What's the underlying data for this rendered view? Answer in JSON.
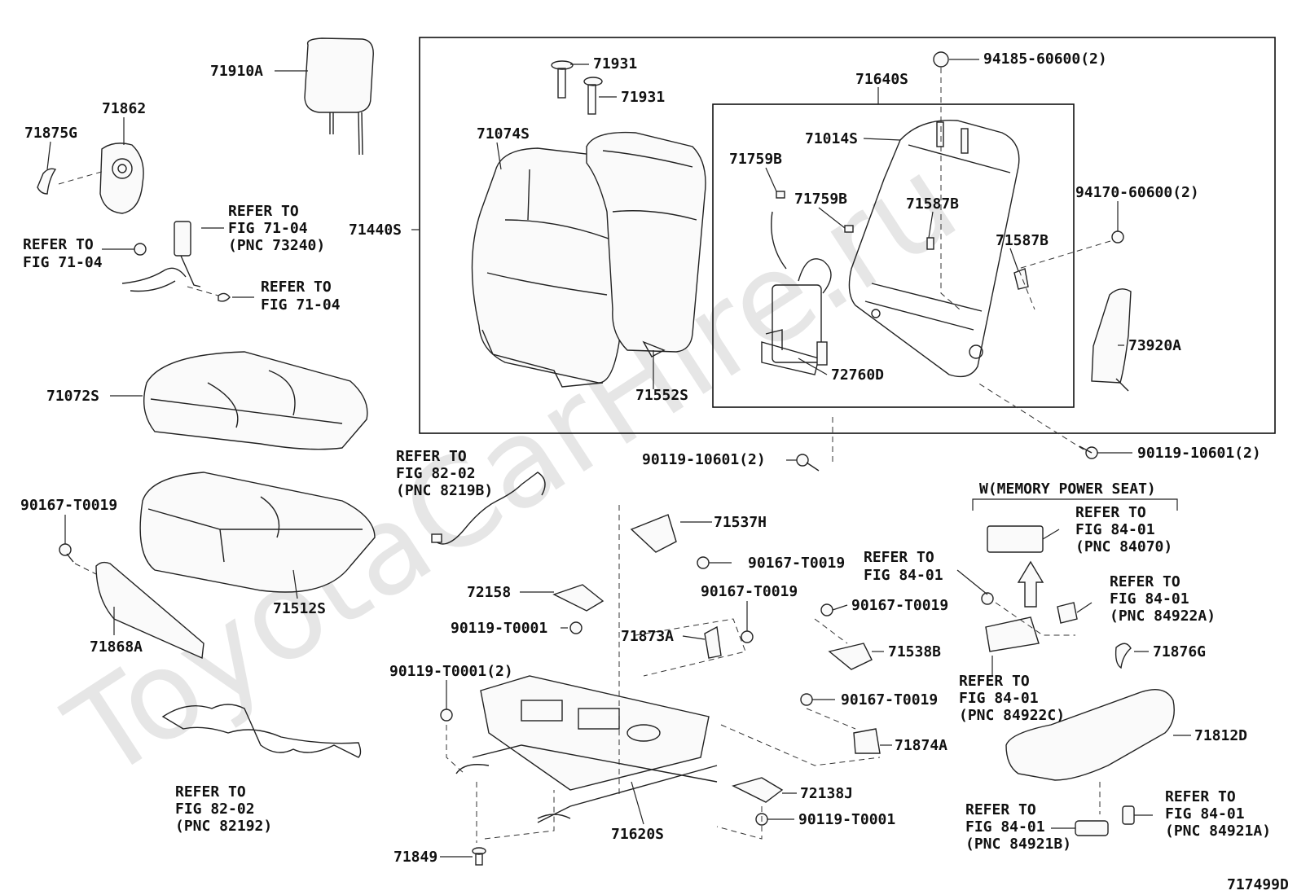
{
  "watermark": "ToyotaCarHire.ru",
  "figure_id": "717499D",
  "memory_group_label": "W(MEMORY POWER SEAT)",
  "parts": [
    {
      "name": "headrest",
      "label": "71910A"
    },
    {
      "name": "cap",
      "label": "71862"
    },
    {
      "name": "cover-71875g",
      "label": "71875G"
    },
    {
      "name": "support-1",
      "label": "71931"
    },
    {
      "name": "support-2",
      "label": "71931"
    },
    {
      "name": "back-cover",
      "label": "71074S"
    },
    {
      "name": "back-assembly",
      "label": "71440S"
    },
    {
      "name": "back-pad",
      "label": "71552S"
    },
    {
      "name": "back-frame-group",
      "label": "71640S"
    },
    {
      "name": "back-frame",
      "label": "71014S"
    },
    {
      "name": "clip-1",
      "label": "71759B"
    },
    {
      "name": "clip-2",
      "label": "71759B"
    },
    {
      "name": "clip-3",
      "label": "71587B"
    },
    {
      "name": "clip-4",
      "label": "71587B"
    },
    {
      "name": "lumbar",
      "label": "72760D"
    },
    {
      "name": "side-cover",
      "label": "73920A"
    },
    {
      "name": "nut-top",
      "label": "94185-60600(2)"
    },
    {
      "name": "nut-side",
      "label": "94170-60600(2)"
    },
    {
      "name": "bolt-right",
      "label": "90119-10601(2)"
    },
    {
      "name": "bolt-center",
      "label": "90119-10601(2)"
    },
    {
      "name": "cushion-cover",
      "label": "71072S"
    },
    {
      "name": "cushion-pad",
      "label": "71512S"
    },
    {
      "name": "screw-left",
      "label": "90167-T0019"
    },
    {
      "name": "shield",
      "label": "71868A"
    },
    {
      "name": "bracket-71537h",
      "label": "71537H"
    },
    {
      "name": "screw-71537h",
      "label": "90167-T0019"
    },
    {
      "name": "cover-72158",
      "label": "72158"
    },
    {
      "name": "bolt-t0001-a",
      "label": "90119-T0001"
    },
    {
      "name": "screw-center",
      "label": "90167-T0019"
    },
    {
      "name": "hook-71873a",
      "label": "71873A"
    },
    {
      "name": "bolt-t0001-2",
      "label": "90119-T0001(2)"
    },
    {
      "name": "screw-mid-right",
      "label": "90167-T0019"
    },
    {
      "name": "bracket-71538b",
      "label": "71538B"
    },
    {
      "name": "screw-lower-right",
      "label": "90167-T0019"
    },
    {
      "name": "hook-71874a",
      "label": "71874A"
    },
    {
      "name": "cover-72138j",
      "label": "72138J"
    },
    {
      "name": "bolt-t0001-b",
      "label": "90119-T0001"
    },
    {
      "name": "adjuster",
      "label": "71620S"
    },
    {
      "name": "pin-71849",
      "label": "71849"
    },
    {
      "name": "cover-71876g",
      "label": "71876G"
    },
    {
      "name": "shield-71812d",
      "label": "71812D"
    }
  ],
  "refs": [
    {
      "name": "ref-73240",
      "lines": [
        "REFER TO",
        "FIG 71-04",
        "(PNC 73240)"
      ]
    },
    {
      "name": "ref-7104-left",
      "lines": [
        "REFER TO",
        "FIG 71-04"
      ]
    },
    {
      "name": "ref-7104-bottom",
      "lines": [
        "REFER TO",
        "FIG 71-04"
      ]
    },
    {
      "name": "ref-8219b",
      "lines": [
        "REFER TO",
        "FIG 82-02",
        "(PNC 8219B)"
      ]
    },
    {
      "name": "ref-82192",
      "lines": [
        "REFER TO",
        "FIG 82-02",
        "(PNC 82192)"
      ]
    },
    {
      "name": "ref-84070",
      "lines": [
        "REFER TO",
        "FIG 84-01",
        "(PNC 84070)"
      ]
    },
    {
      "name": "ref-8401",
      "lines": [
        "REFER TO",
        "FIG 84-01"
      ]
    },
    {
      "name": "ref-84922a",
      "lines": [
        "REFER TO",
        "FIG 84-01",
        "(PNC 84922A)"
      ]
    },
    {
      "name": "ref-84922c",
      "lines": [
        "REFER TO",
        "FIG 84-01",
        "(PNC 84922C)"
      ]
    },
    {
      "name": "ref-84921b",
      "lines": [
        "REFER TO",
        "FIG 84-01",
        "(PNC 84921B)"
      ]
    },
    {
      "name": "ref-84921a",
      "lines": [
        "REFER TO",
        "FIG 84-01",
        "(PNC 84921A)"
      ]
    }
  ]
}
